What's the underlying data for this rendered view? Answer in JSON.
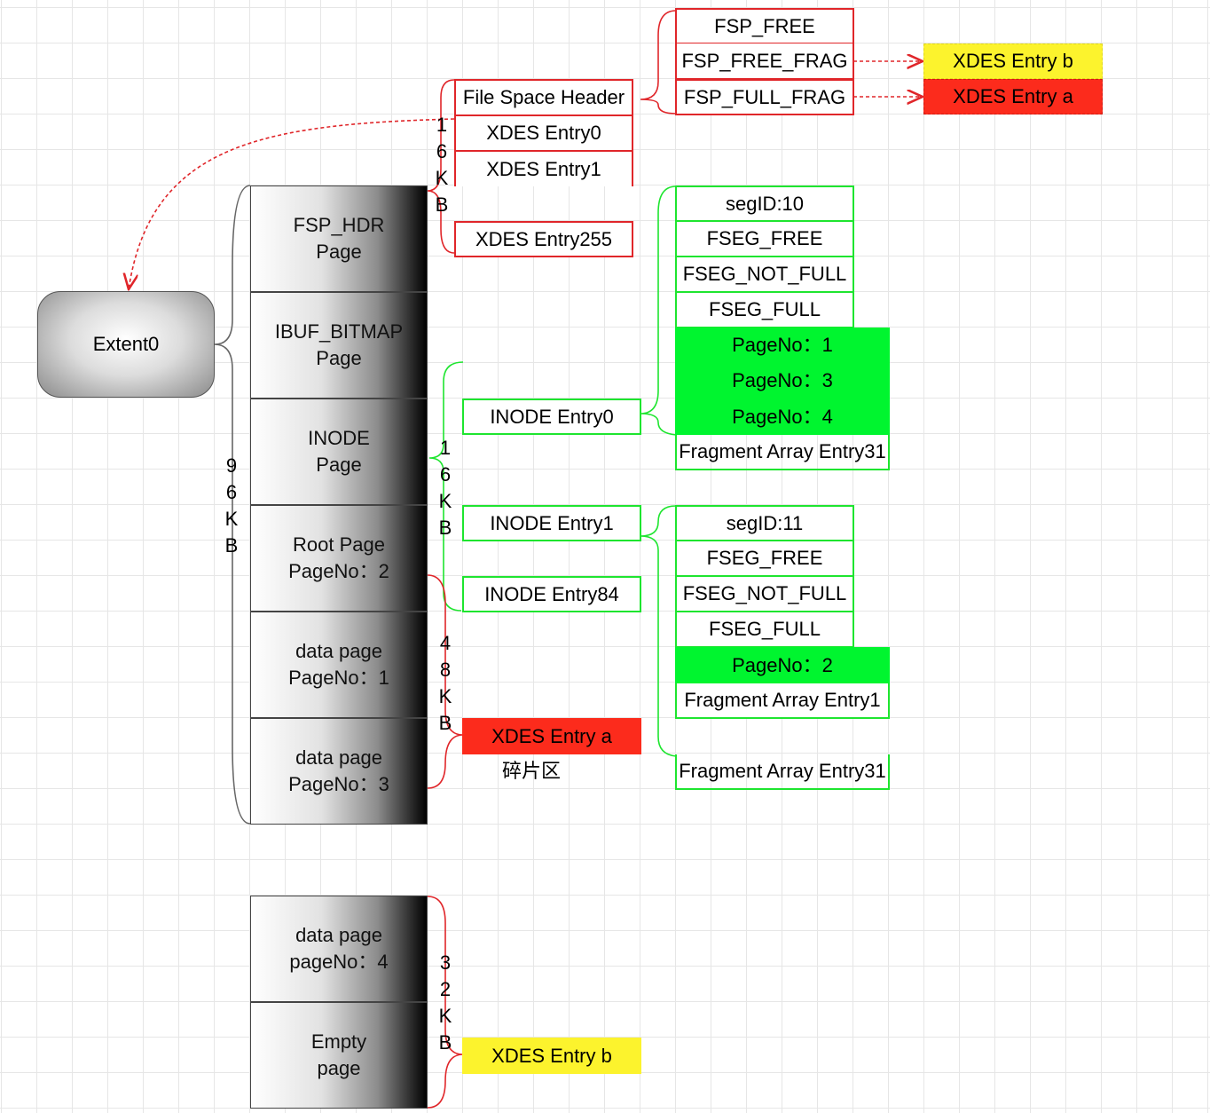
{
  "extent": {
    "label": "Extent0"
  },
  "pages": [
    {
      "line1": "FSP_HDR",
      "line2": "Page"
    },
    {
      "line1": "IBUF_BITMAP",
      "line2": "Page"
    },
    {
      "line1": "INODE",
      "line2": "Page"
    },
    {
      "line1": "Root Page",
      "line2": "PageNo：2"
    },
    {
      "line1": "data page",
      "line2": "PageNo：1"
    },
    {
      "line1": "data page",
      "line2": "PageNo：3"
    },
    {
      "line1": "data page",
      "line2": "pageNo：4"
    },
    {
      "line1": "Empty",
      "line2": "page"
    }
  ],
  "size_labels": {
    "extent": [
      "9",
      "6",
      "K",
      "B"
    ],
    "fsp_hdr": [
      "1",
      "6",
      "K",
      "B"
    ],
    "inode": [
      "1",
      "6",
      "K",
      "B"
    ],
    "fragment": [
      "4",
      "8",
      "K",
      "B"
    ],
    "bottom": [
      "3",
      "2",
      "K",
      "B"
    ]
  },
  "fsp_header": {
    "rows": [
      "File Space Header",
      "XDES Entry0",
      "XDES Entry1"
    ],
    "last": "XDES Entry255"
  },
  "fsp_lists": [
    "FSP_FREE",
    "FSP_FREE_FRAG",
    "FSP_FULL_FRAG"
  ],
  "xdes_targets": {
    "b": "XDES Entry b",
    "a": "XDES Entry a"
  },
  "inode": {
    "entry0": "INODE Entry0",
    "entry1": "INODE Entry1",
    "entry84": "INODE Entry84"
  },
  "segment10": {
    "rows": [
      "segID:10",
      "FSEG_FREE",
      "FSEG_NOT_FULL",
      "FSEG_FULL"
    ],
    "pages": [
      "PageNo：1",
      "PageNo：3",
      "PageNo：4"
    ],
    "footer": "Fragment Array Entry31"
  },
  "segment11": {
    "rows": [
      "segID:11",
      "FSEG_FREE",
      "FSEG_NOT_FULL",
      "FSEG_FULL"
    ],
    "pages": [
      "PageNo：2"
    ],
    "entry1": "Fragment Array Entry1",
    "footer": "Fragment Array Entry31"
  },
  "fragment_zone": {
    "xdes": "XDES Entry a",
    "caption": "碎片区"
  },
  "bottom_zone": {
    "xdes": "XDES Entry b"
  },
  "colors": {
    "red": "#e0262a",
    "green": "#1ee52f",
    "fill_red": "#fc2b1c",
    "fill_yellow": "#fcf32d",
    "fill_green": "#00f52f",
    "gray": "#666666"
  }
}
